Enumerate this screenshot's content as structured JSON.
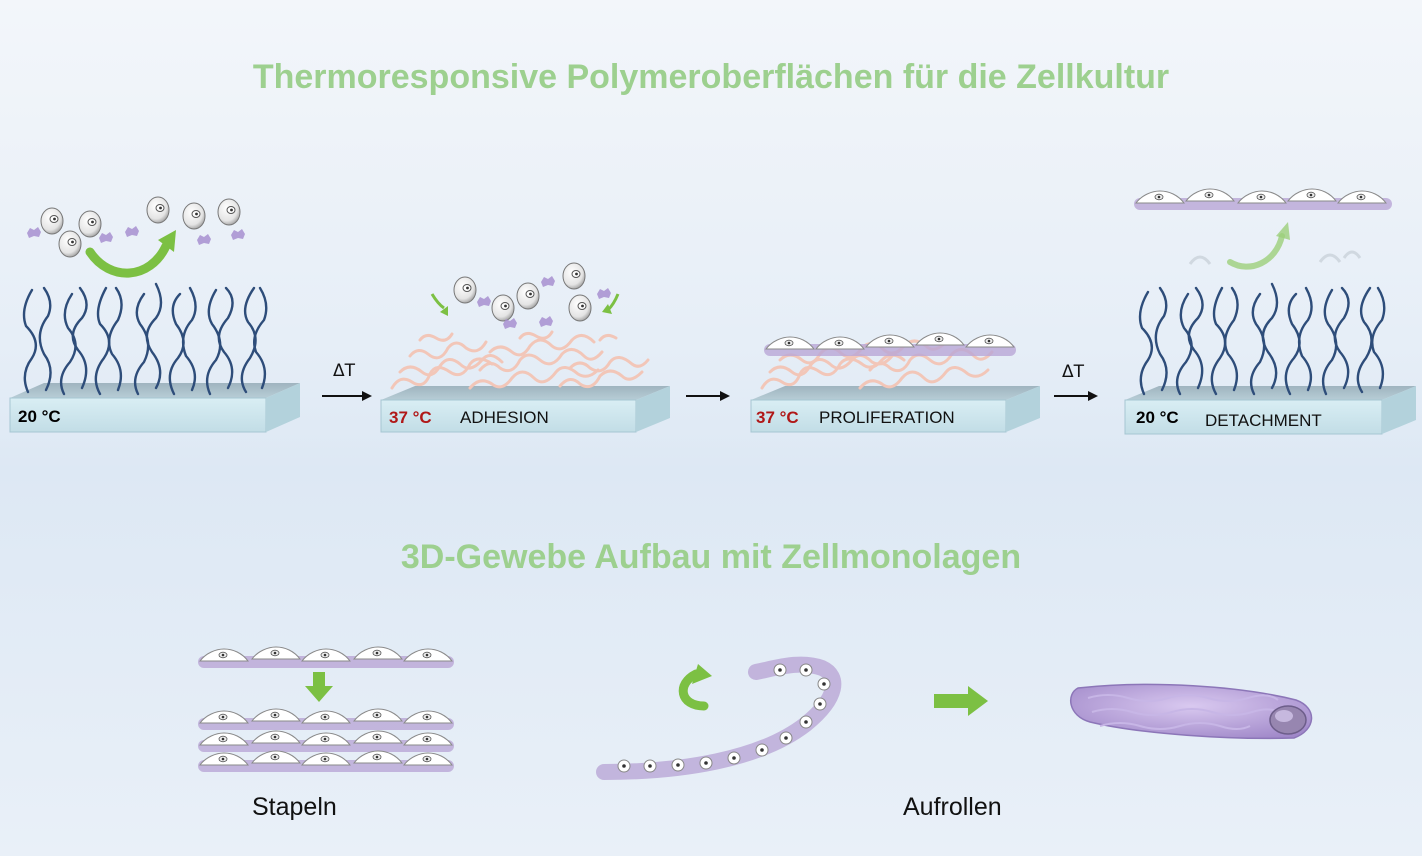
{
  "titles": {
    "main": "Thermoresponsive Polymeroberflächen für die Zellkultur",
    "section2": "3D-Gewebe Aufbau mit Zellmonolagen"
  },
  "steps": [
    {
      "temp": "20 °C",
      "label": ""
    },
    {
      "temp": "37 °C",
      "label": "ADHESION"
    },
    {
      "temp": "37 °C",
      "label": "PROLIFERATION"
    },
    {
      "temp": "20 °C",
      "label": "DETACHMENT"
    }
  ],
  "transitions": {
    "delta1": "ΔT",
    "delta2": "ΔT"
  },
  "captions": {
    "stack": "Stapeln",
    "roll": "Aufrollen"
  },
  "colors": {
    "title": "#9dd08f",
    "cold": "#1f3d73",
    "warm": "#b01818",
    "polymer_extended": "#2e4d7a",
    "polymer_collapsed": "#f2c6b8",
    "cell_sheet": "#b9a6d6",
    "arrow_green": "#7cc043",
    "substrate": "#c6dde6"
  }
}
